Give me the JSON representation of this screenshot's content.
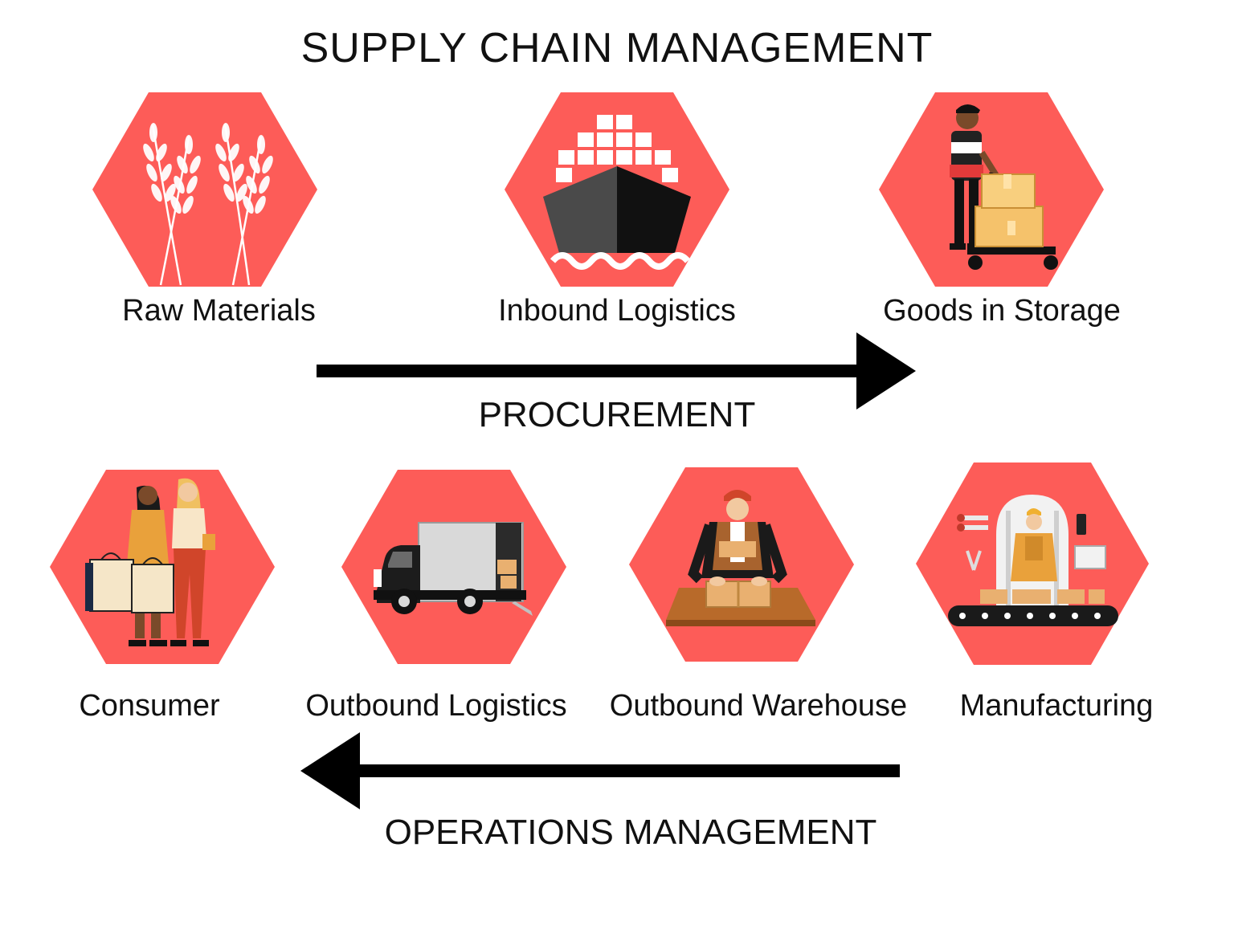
{
  "title": "SUPPLY CHAIN MANAGEMENT",
  "colors": {
    "hexagon": "#fd5c58",
    "arrow": "#000000",
    "text": "#111111"
  },
  "stages_top": [
    {
      "label": "Raw Materials",
      "icon": "wheat-icon"
    },
    {
      "label": "Inbound Logistics",
      "icon": "cargo-ship-icon"
    },
    {
      "label": "Goods in Storage",
      "icon": "worker-hand-truck-icon"
    }
  ],
  "stages_bottom": [
    {
      "label": "Consumer",
      "icon": "shoppers-icon"
    },
    {
      "label": "Outbound Logistics",
      "icon": "delivery-truck-icon"
    },
    {
      "label": "Outbound Warehouse",
      "icon": "packing-worker-icon"
    },
    {
      "label": "Manufacturing",
      "icon": "factory-conveyor-icon"
    }
  ],
  "flows": {
    "procurement": {
      "label": "PROCUREMENT",
      "direction": "right"
    },
    "operations": {
      "label": "OPERATIONS MANAGEMENT",
      "direction": "left"
    }
  }
}
